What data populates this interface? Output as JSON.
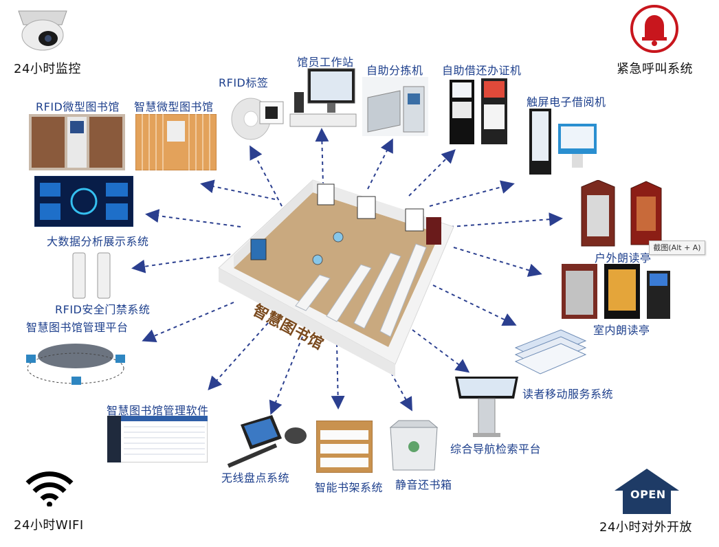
{
  "center_label": "智慧图书馆",
  "corners": {
    "surveillance": "24小时监控",
    "emergency": "紧急呼叫系统",
    "wifi": "24小时WIFI",
    "open_label": "24小时对外开放",
    "open_sign": "OPEN"
  },
  "nodes": {
    "rfid_tag": "RFID标签",
    "librarian_station": "馆员工作站",
    "self_sorter": "自助分拣机",
    "self_borrow_card": "自助借还办证机",
    "rfid_micro_library": "RFID微型图书馆",
    "smart_micro_library": "智慧微型图书馆",
    "touch_reader": "触屏电子借阅机",
    "big_data": "大数据分析展示系统",
    "outdoor_booth": "户外朗读亭",
    "rfid_gate": "RFID安全门禁系统",
    "indoor_booth": "室内朗读亭",
    "mgmt_platform": "智慧图书馆管理平台",
    "mobile_service": "读者移动服务系统",
    "mgmt_software": "智慧图书馆管理软件",
    "nav_platform": "综合导航检索平台",
    "wireless_inventory": "无线盘点系统",
    "smart_shelf": "智能书架系统",
    "silent_return": "静音还书箱"
  },
  "tooltip": "截图(Alt + A)",
  "colors": {
    "label": "#1d3f8c",
    "arrow": "#2b3f8f",
    "alarm": "#c8161d",
    "open": "#1e3b66"
  }
}
